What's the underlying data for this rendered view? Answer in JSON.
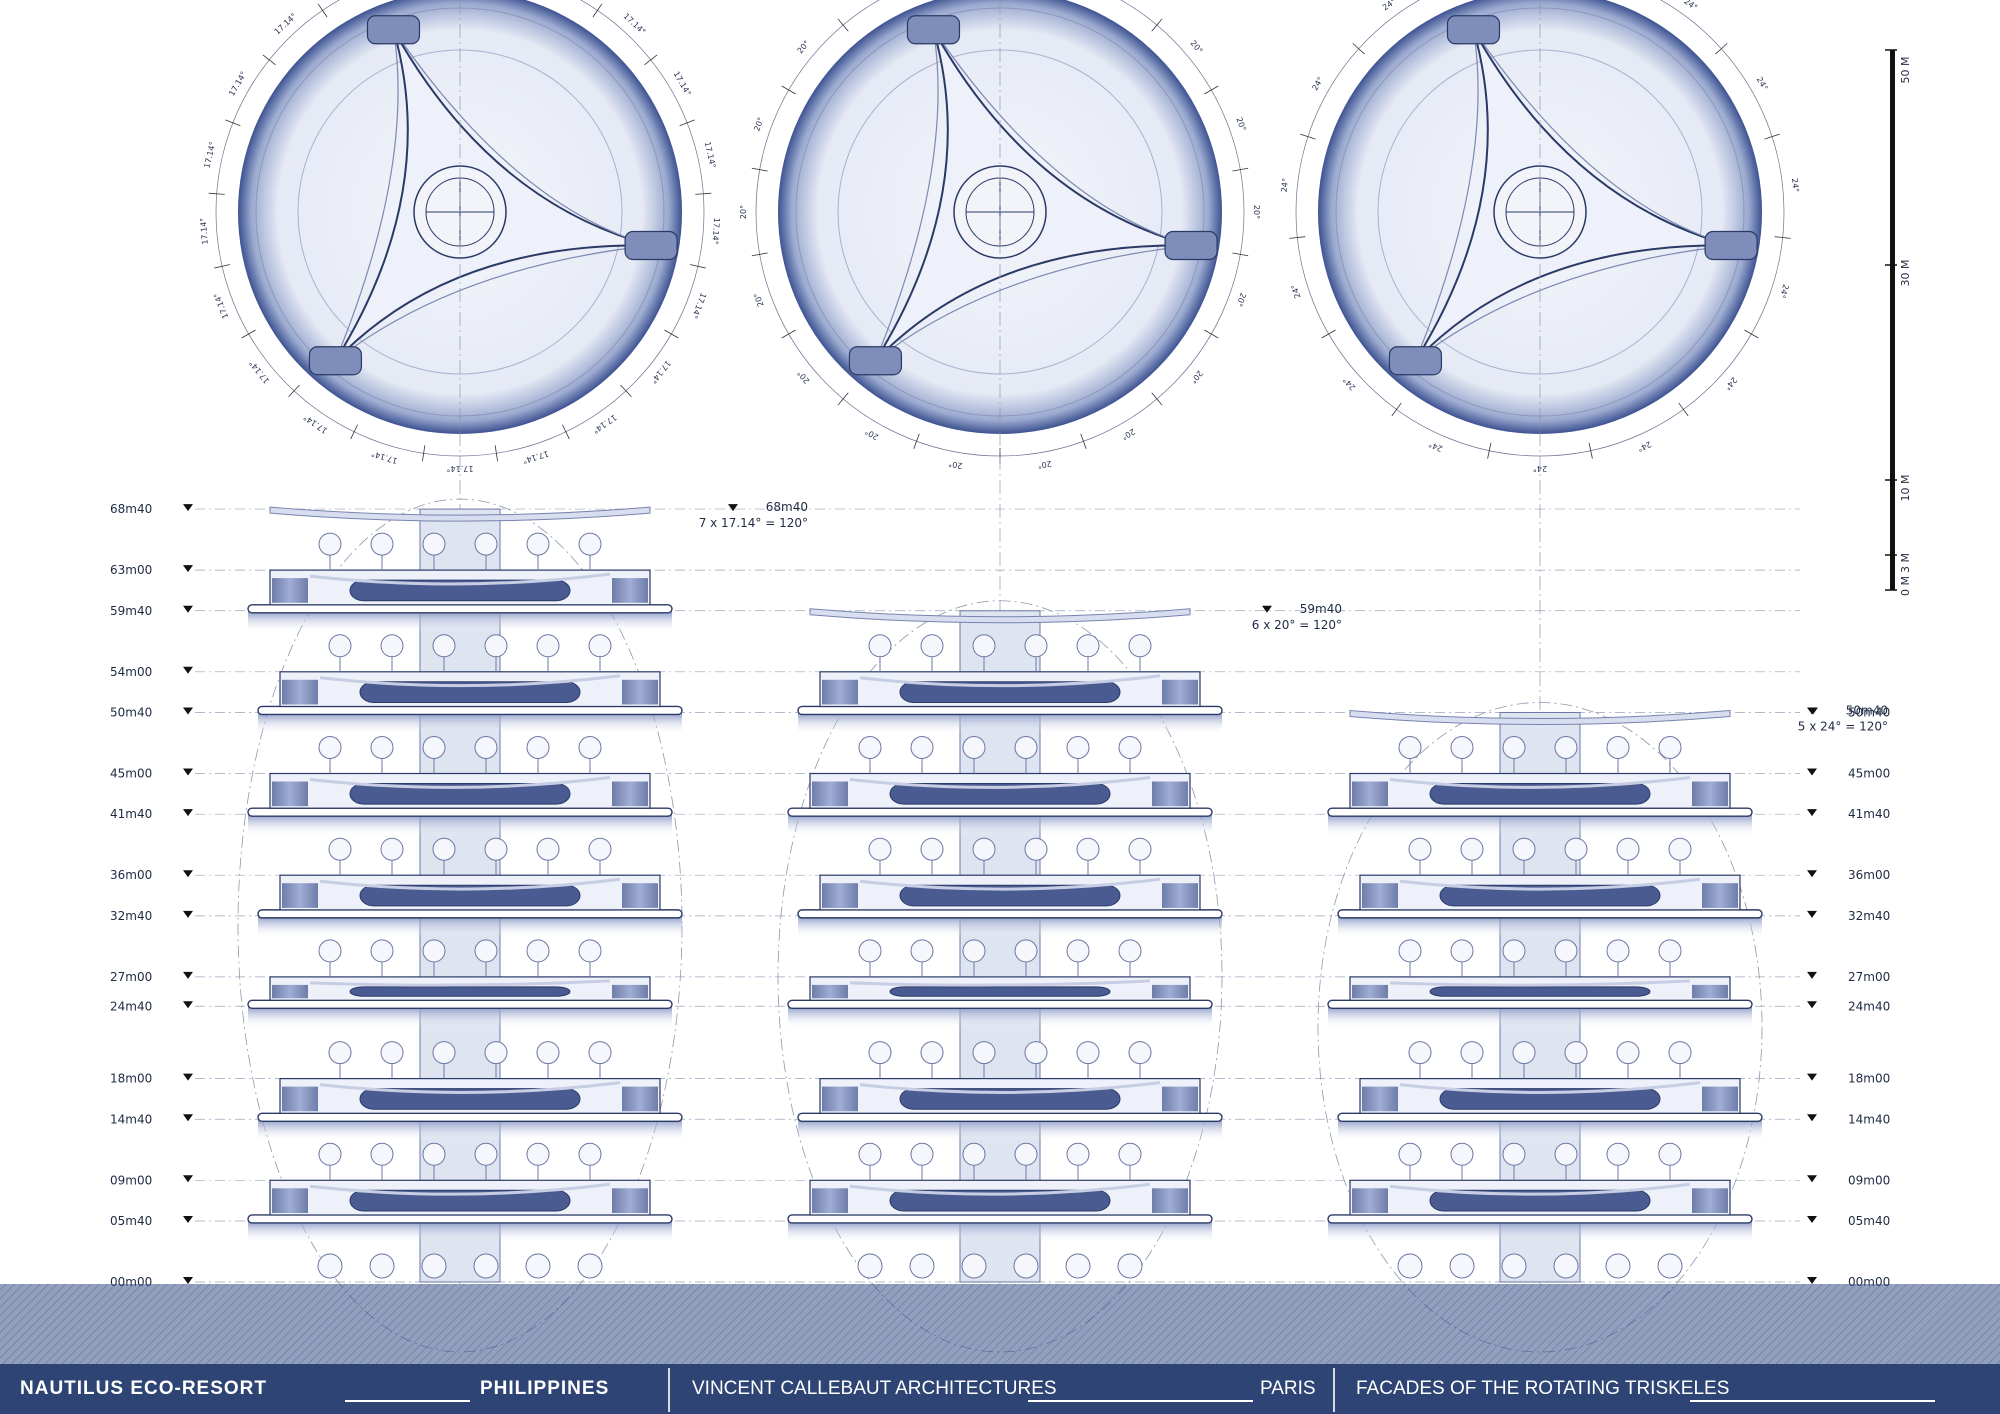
{
  "levels": [
    "68m40",
    "63m00",
    "59m40",
    "54m00",
    "50m40",
    "45m00",
    "41m40",
    "36m00",
    "32m40",
    "27m00",
    "24m40",
    "18m00",
    "14m40",
    "09m00",
    "05m40",
    "00m00"
  ],
  "towers": [
    {
      "top_level": "68m40",
      "rotation": "7 x 17.14° = 120°",
      "angle": "17.14°",
      "divisions": 21
    },
    {
      "top_level": "59m40",
      "rotation": "6 x 20° = 120°",
      "angle": "20°",
      "divisions": 18
    },
    {
      "top_level": "50m40",
      "rotation": "5 x 24° = 120°",
      "angle": "24°",
      "divisions": 15
    }
  ],
  "scale_bar": {
    "labels": [
      "50 M",
      "30 M",
      "10 M",
      "3 M",
      "0 M"
    ]
  },
  "footer": {
    "project": "NAUTILUS ECO-RESORT",
    "country": "PHILIPPINES",
    "firm": "VINCENT CALLEBAUT ARCHITECTURES",
    "city": "PARIS",
    "title": "FACADES OF THE ROTATING TRISKELES"
  },
  "colors": {
    "ink": "#2a3a66",
    "fill": "#e9edf7",
    "glow": "#4a5f9a",
    "footer": "#2e4474"
  }
}
